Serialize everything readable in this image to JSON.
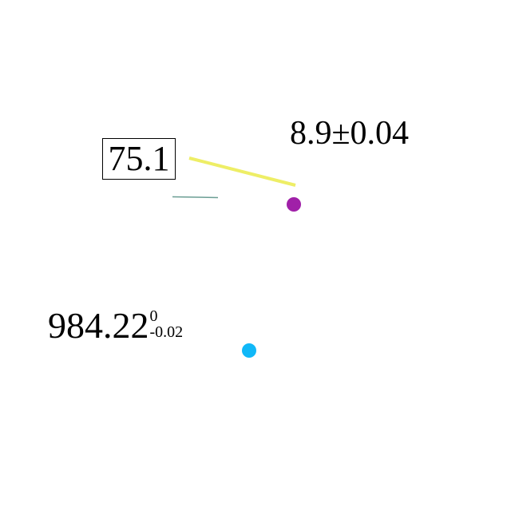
{
  "labels": {
    "boxed_value": "75.1",
    "plus_minus_value": "8.9±0.04",
    "tolerance_value": {
      "main": "984.22",
      "upper": "0",
      "lower": "-0.02"
    }
  },
  "colors": {
    "yellow_line": "#eeee66",
    "teal_line": "#6b9e94",
    "purple_dot": "#a020a8",
    "cyan_dot": "#10b8f8",
    "text": "#000000",
    "background": "#ffffff"
  }
}
